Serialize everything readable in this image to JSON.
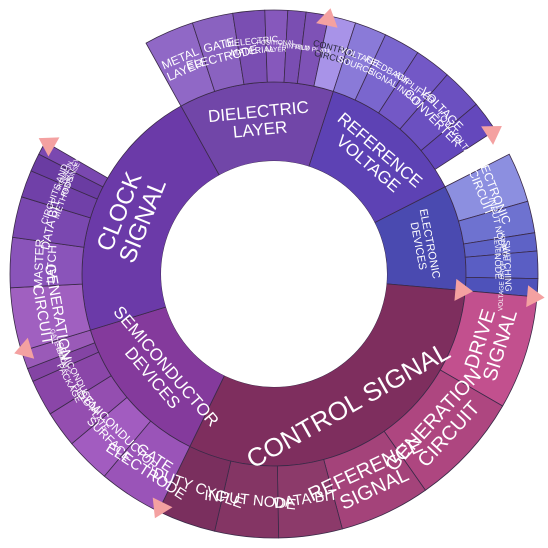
{
  "chart_data": {
    "type": "sunburst",
    "inner": [
      {
        "name": "DIELECTRIC LAYER",
        "start": -29,
        "end": 18,
        "color": "#7146a8",
        "children": [
          {
            "name": "METAL LAYER",
            "start": -29,
            "end": -18,
            "color": "#9068c6"
          },
          {
            "name": "GATE ELECTRODE",
            "start": -18,
            "end": -9,
            "color": "#8a62c0"
          },
          {
            "name": "DIELECTRIC MATERIAL",
            "start": -9,
            "end": -2,
            "color": "#7a4eb2"
          },
          {
            "name": "POSITIONAL LAYER",
            "start": -2,
            "end": 3,
            "color": "#8658bc"
          },
          {
            "name": "THIN FILM",
            "start": 3,
            "end": 7,
            "color": "#7a4eb2"
          },
          {
            "name": "FIELD PLATE",
            "start": 7,
            "end": 12,
            "color": "#7e52b6"
          },
          {
            "name": "CONTROL CIRCUIT",
            "start": 12,
            "end": 18,
            "color": "#a893e8"
          }
        ]
      },
      {
        "name": "REFERENCE VOLTAGE",
        "start": 18,
        "end": 63,
        "color": "#5d42b4",
        "children": [
          {
            "name": "VOLTAGE SOURCE",
            "start": 18,
            "end": 25,
            "color": "#8a7ad8"
          },
          {
            "name": "FEEDBACK SIGNAL",
            "start": 25,
            "end": 33,
            "color": "#7a66ce"
          },
          {
            "name": "AMPLIFIER INPUT",
            "start": 33,
            "end": 41,
            "color": "#7358c6"
          },
          {
            "name": "VOLTAGE CONVERTER",
            "start": 41,
            "end": 50,
            "color": "#6b50c0"
          },
          {
            "name": "LOW VOLTAGE",
            "start": 50,
            "end": 57,
            "color": "#6448bc"
          }
        ]
      },
      {
        "name": "ELECTRONIC DEVICES",
        "start": 63,
        "end": 95,
        "color": "#4a4ab0",
        "children": [
          {
            "name": "ELECTRONIC CIRCUIT",
            "start": 63,
            "end": 74,
            "color": "#8c8fe0"
          },
          {
            "name": "INPUT NODE",
            "start": 74,
            "end": 81,
            "color": "#6e72d0"
          },
          {
            "name": "VOLTAGE LEVEL",
            "start": 81,
            "end": 85,
            "color": "#5e62c6"
          },
          {
            "name": "SWITCHING NODE",
            "start": 85,
            "end": 91,
            "color": "#5a5ec4"
          },
          {
            "name": "VOLTAGE DROP",
            "start": 91,
            "end": 95,
            "color": "#4e52ba"
          }
        ]
      },
      {
        "name": "CONTROL SIGNAL",
        "start": 95,
        "end": 206,
        "color": "#7e2e5e",
        "children": [
          {
            "name": "DRIVE SIGNAL",
            "start": 95,
            "end": 120,
            "color": "#c2508e"
          },
          {
            "name": "GENERATION CIRCUIT",
            "start": 120,
            "end": 145,
            "color": "#ae4680"
          },
          {
            "name": "REFERENCE SIGNAL",
            "start": 145,
            "end": 165,
            "color": "#a4437a"
          },
          {
            "name": "DATA BIT",
            "start": 165,
            "end": 179,
            "color": "#8c3a6a"
          },
          {
            "name": "INPUT NODE",
            "start": 179,
            "end": 193,
            "color": "#843564"
          },
          {
            "name": "DUTY CYCLE",
            "start": 193,
            "end": 206,
            "color": "#7a2f5e"
          }
        ]
      },
      {
        "name": "SEMICONDUCTOR DEVICES",
        "start": 206,
        "end": 253,
        "color": "#843a9c",
        "children": [
          {
            "name": "GATE ELECTRODE",
            "start": 206,
            "end": 220,
            "color": "#9a54b8"
          },
          {
            "name": "SEMICONDUCTOR SURFACE",
            "start": 220,
            "end": 230,
            "color": "#a25cc0"
          },
          {
            "name": "FIELD PLATE",
            "start": 230,
            "end": 238,
            "color": "#944eb0"
          },
          {
            "name": "SEMICONDUCTOR PACKAGE",
            "start": 238,
            "end": 246,
            "color": "#8a46a8"
          },
          {
            "name": "ISOLATIC",
            "start": 246,
            "end": 249,
            "color": "#8444a4"
          },
          {
            "name": "GATE STACK",
            "start": 249,
            "end": 253,
            "color": "#9a5ab8"
          }
        ]
      },
      {
        "name": "CLOCK SIGNAL",
        "start": 253,
        "end": 331,
        "color": "#6b3aa8",
        "children": [
          {
            "name": "GENERATION CIRCUIT",
            "start": 253,
            "end": 267,
            "color": "#a060c0"
          },
          {
            "name": "MASTER LATCH",
            "start": 267,
            "end": 278,
            "color": "#8a54ba"
          },
          {
            "name": "DATA BIT",
            "start": 278,
            "end": 287,
            "color": "#7a48b0"
          },
          {
            "name": "CIRCUITS AND METHODS",
            "start": 287,
            "end": 293,
            "color": "#7040a8"
          },
          {
            "name": "SIGNAL IN RESPONSE",
            "start": 293,
            "end": 297,
            "color": "#6a3ca2"
          },
          {
            "name": "DUTY CYCLE",
            "start": 297,
            "end": 300,
            "color": "#7a48b0"
          }
        ]
      }
    ],
    "markers": [
      {
        "angle": 12,
        "ring": "outer"
      },
      {
        "angle": 57,
        "ring": "outer"
      },
      {
        "angle": 95,
        "ring": "outer"
      },
      {
        "angle": 95,
        "ring": "inner"
      },
      {
        "angle": 206,
        "ring": "outer"
      },
      {
        "angle": 253,
        "ring": "outer"
      },
      {
        "angle": 300,
        "ring": "outer"
      }
    ]
  }
}
